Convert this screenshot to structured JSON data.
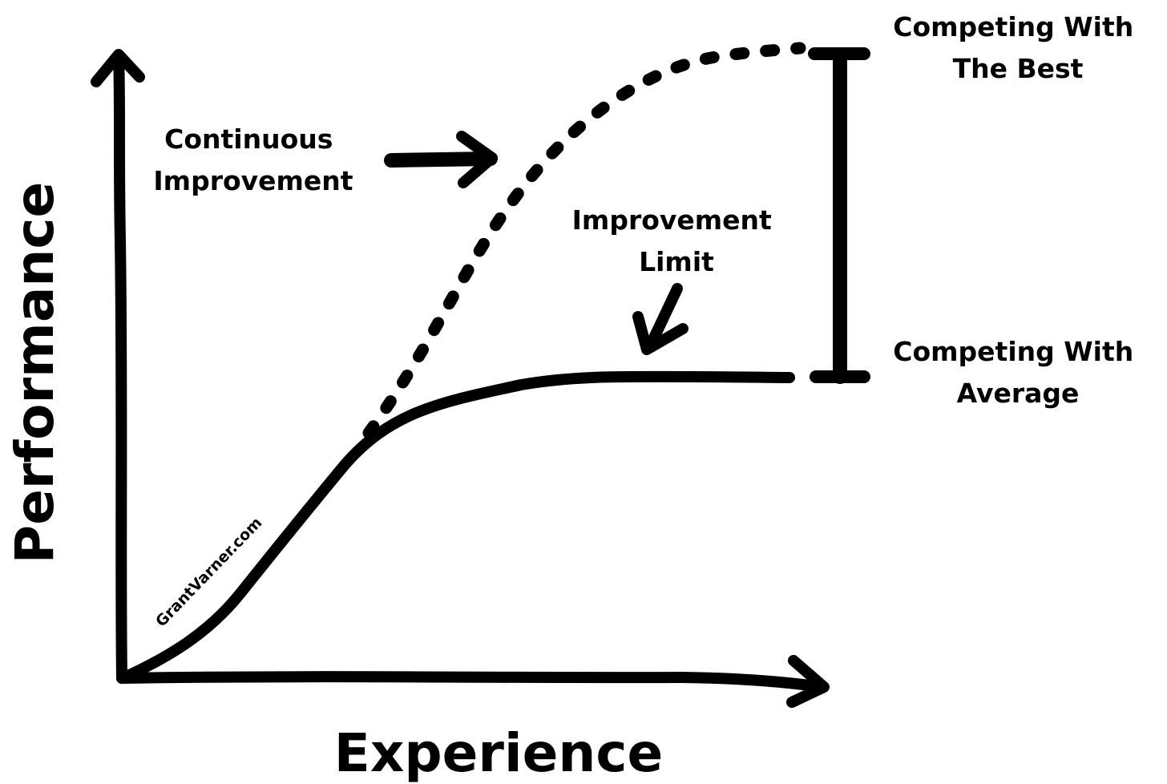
{
  "axes": {
    "y_label": "Performance",
    "x_label": "Experience"
  },
  "labels": {
    "continuous_improvement": [
      "Continuous",
      "Improvement"
    ],
    "improvement_limit": [
      "Improvement",
      "Limit"
    ],
    "competing_best": [
      "Competing With",
      "The Best"
    ],
    "competing_average": [
      "Competing With",
      "Average"
    ]
  },
  "watermark": "GrantVarner.com",
  "colors": {
    "ink": "#000000",
    "background": "#ffffff"
  }
}
